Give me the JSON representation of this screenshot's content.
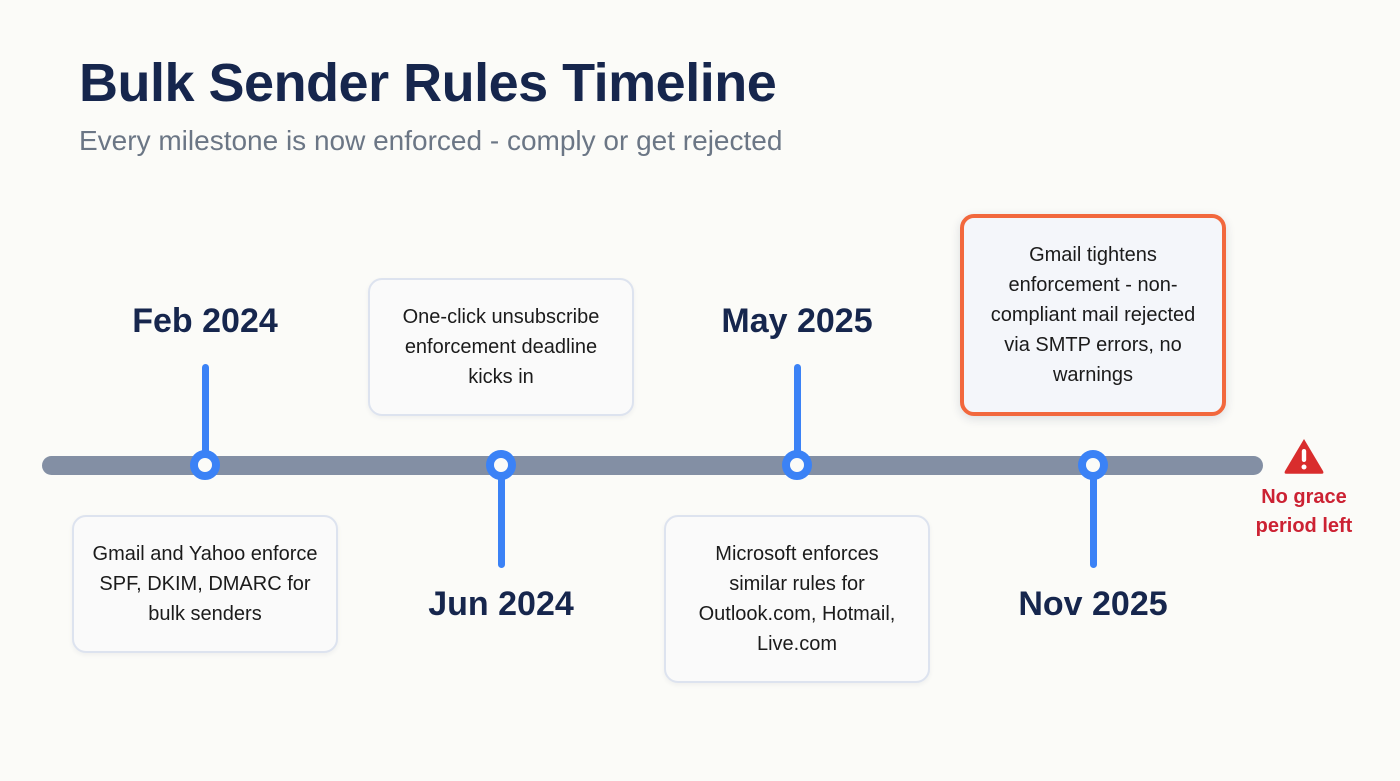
{
  "header": {
    "title": "Bulk Sender Rules Timeline",
    "subtitle": "Every milestone is now enforced - comply or get rejected"
  },
  "colors": {
    "background": "#fbfbf8",
    "title": "#16264d",
    "subtitle": "#6b7685",
    "timeline_bar": "#838fa4",
    "node_accent": "#3b82f6",
    "card_border": "#dde3ef",
    "highlight_border": "#f2683d",
    "warning_red": "#cc2233"
  },
  "timeline": {
    "milestones": [
      {
        "date": "Feb 2024",
        "description": "Gmail and Yahoo enforce SPF, DKIM, DMARC for bulk senders",
        "date_position": "above",
        "card_position": "below",
        "highlighted": false
      },
      {
        "date": "Jun 2024",
        "description": "One-click unsubscribe enforcement deadline kicks in",
        "date_position": "below",
        "card_position": "above",
        "highlighted": false
      },
      {
        "date": "May 2025",
        "description": "Microsoft enforces similar rules for Outlook.com, Hotmail, Live.com",
        "date_position": "above",
        "card_position": "below",
        "highlighted": false
      },
      {
        "date": "Nov 2025",
        "description": "Gmail tightens enforcement - non-compliant mail rejected via SMTP errors, no warnings",
        "date_position": "below",
        "card_position": "above",
        "highlighted": true
      }
    ]
  },
  "warning": {
    "icon": "warning-triangle-icon",
    "line1": "No grace",
    "line2": "period left"
  }
}
